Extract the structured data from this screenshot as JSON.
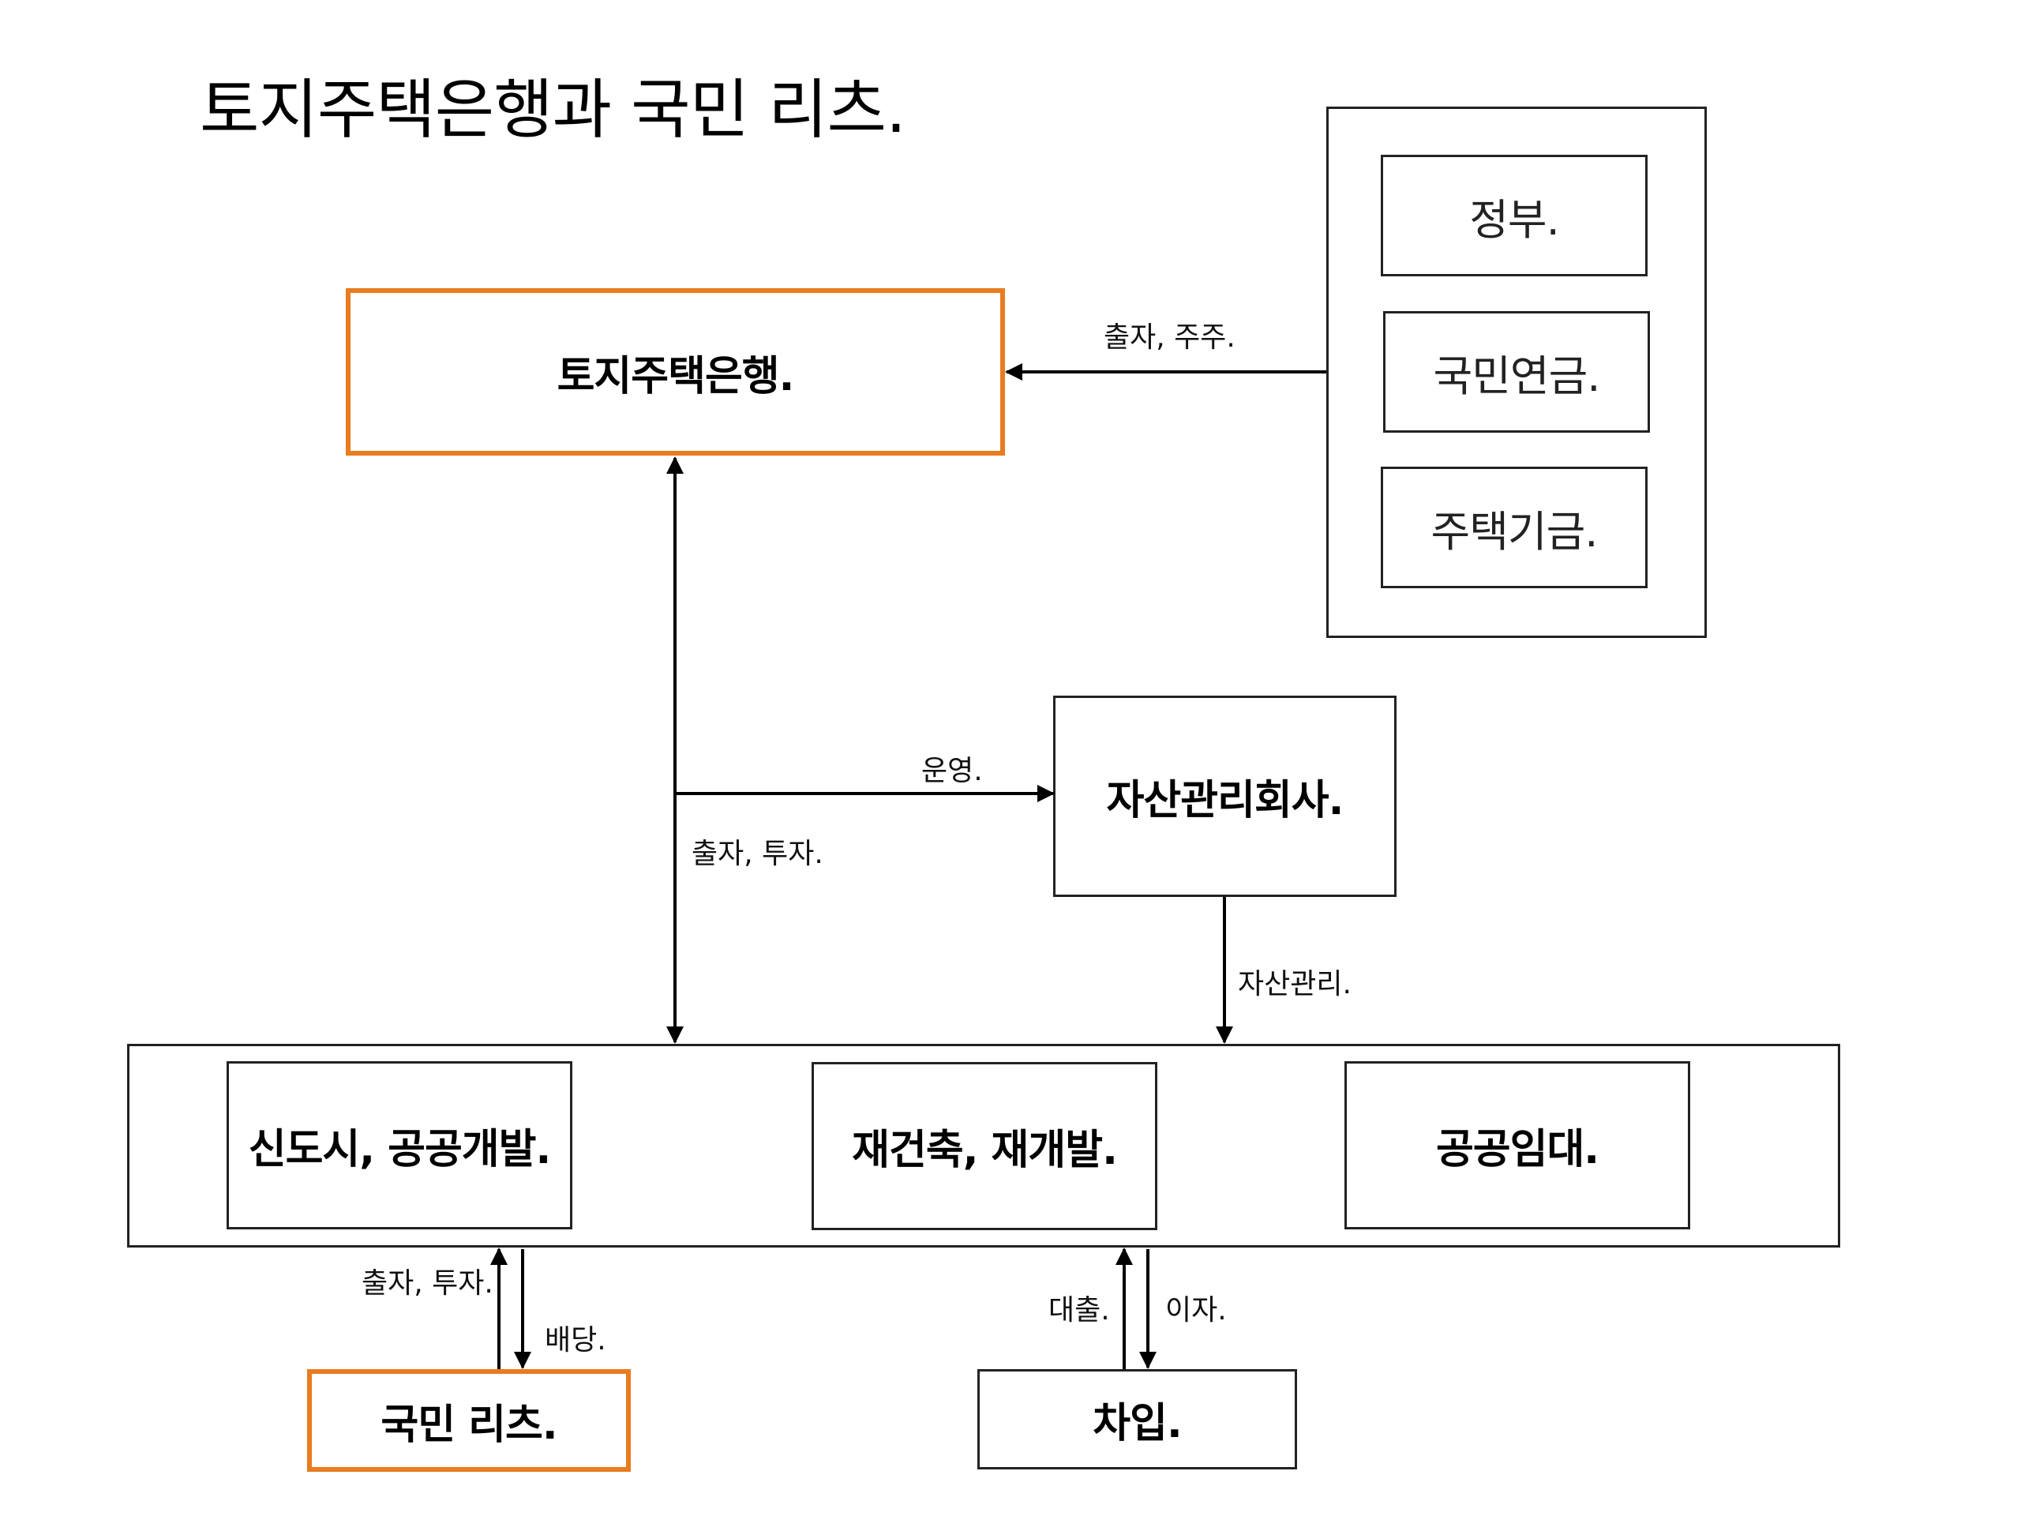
{
  "title": "토지주택은행과 국민 리츠.",
  "nodes": {
    "land_bank": "토지주택은행.",
    "government": "정부.",
    "pension": "국민연금.",
    "housing_fund": "주택기금.",
    "amc": "자산관리회사.",
    "new_town": "신도시, 공공개발.",
    "rebuild": "재건축, 재개발.",
    "public_rental": "공공임대.",
    "national_reits": "국민 리츠.",
    "borrowing": "차입."
  },
  "edges": {
    "investment_shareholder": "출자, 주주.",
    "operation": "운영.",
    "invest_1": "출자, 투자.",
    "asset_management": "자산관리.",
    "invest_2": "출자, 투자.",
    "dividend": "배당.",
    "loan": "대출.",
    "interest": "이자."
  },
  "colors": {
    "highlight": "#e87c1e",
    "line": "#000000",
    "border": "#222222"
  }
}
